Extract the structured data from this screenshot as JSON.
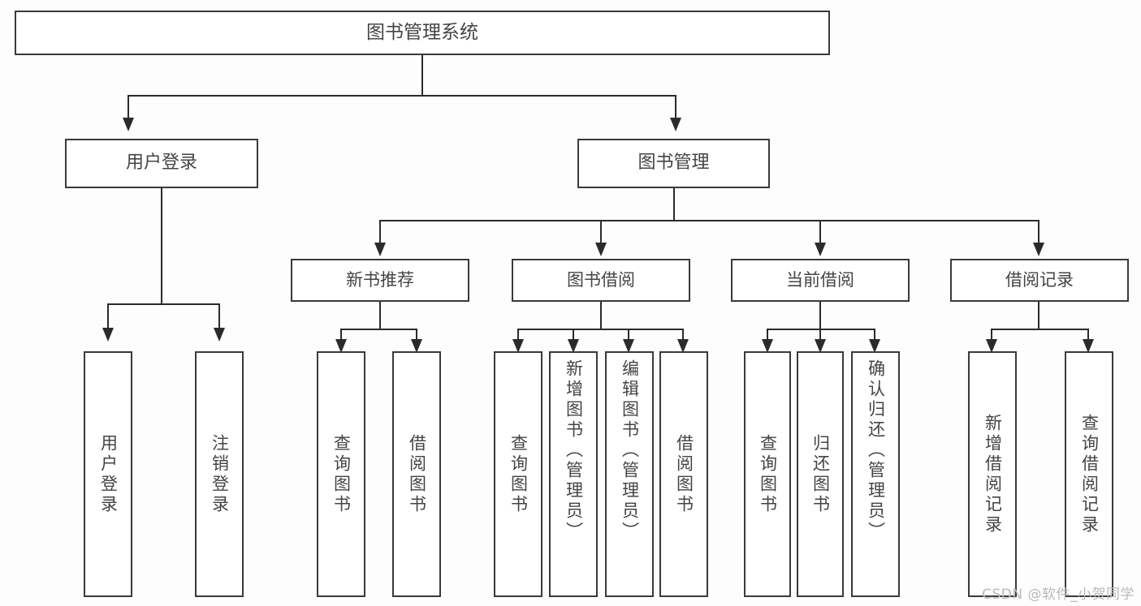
{
  "diagram": {
    "title": "图书管理系统",
    "type": "hierarchy-tree",
    "root": {
      "label": "图书管理系统"
    },
    "level2": [
      {
        "label": "用户登录"
      },
      {
        "label": "图书管理"
      }
    ],
    "level3": [
      {
        "label": "新书推荐"
      },
      {
        "label": "图书借阅"
      },
      {
        "label": "当前借阅"
      },
      {
        "label": "借阅记录"
      }
    ],
    "leaves": {
      "user_login": [
        {
          "label": "用户登录"
        },
        {
          "label": "注销登录"
        }
      ],
      "new_book_recommend": [
        {
          "label": "查询图书"
        },
        {
          "label": "借阅图书"
        }
      ],
      "book_borrow": [
        {
          "label": "查询图书"
        },
        {
          "label": "新增图书（管理员）"
        },
        {
          "label": "编辑图书（管理员）"
        },
        {
          "label": "借阅图书"
        }
      ],
      "current_borrow": [
        {
          "label": "查询图书"
        },
        {
          "label": "归还图书"
        },
        {
          "label": "确认归还（管理员）"
        }
      ],
      "borrow_record": [
        {
          "label": "新增借阅记录"
        },
        {
          "label": "查询借阅记录"
        }
      ]
    }
  },
  "watermark": {
    "text": "CSDN @软件_小贺同学"
  },
  "colors": {
    "box_border": "#3a3a3a",
    "box_fill": "#ffffff",
    "text": "#444444",
    "connector": "#2b2b2b",
    "watermark": "#b9b9b9",
    "canvas": "#fdfdfd"
  }
}
